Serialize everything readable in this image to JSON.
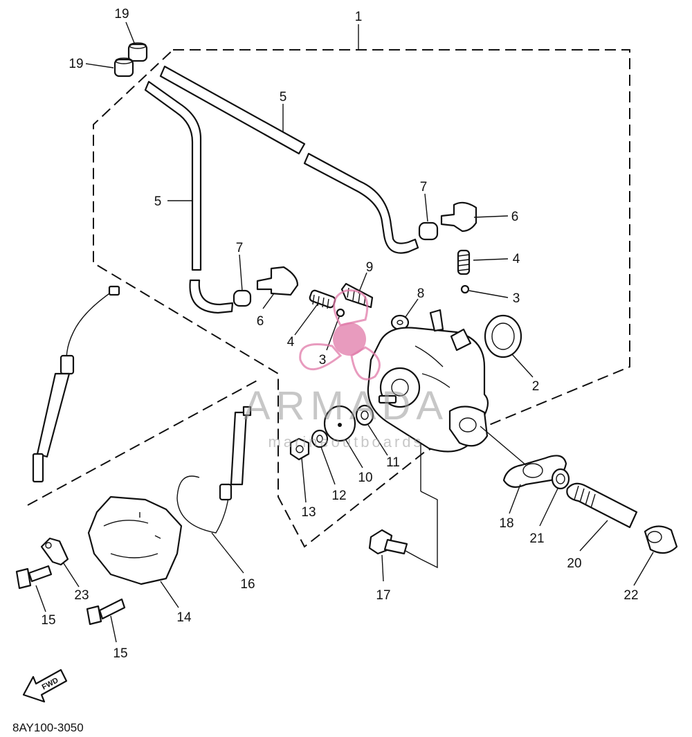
{
  "diagram_code": "8AY100-3050",
  "fwd_label": "FWD",
  "group_marker": "1",
  "watermark": {
    "brand": "ARMADA",
    "tagline": "marineoutboards",
    "color": "#e07aa8"
  },
  "callouts": {
    "c19a": "19",
    "c19b": "19",
    "c5a": "5",
    "c5b": "5",
    "c7a": "7",
    "c7b": "7",
    "c6a": "6",
    "c6b": "6",
    "c4a": "4",
    "c4b": "4",
    "c3a": "3",
    "c3b": "3",
    "c9": "9",
    "c8": "8",
    "c2": "2",
    "c10": "10",
    "c11": "11",
    "c12": "12",
    "c13": "13",
    "c14": "14",
    "c15a": "15",
    "c15b": "15",
    "c16": "16",
    "c17": "17",
    "c18": "18",
    "c20": "20",
    "c21": "21",
    "c22": "22",
    "c23": "23"
  }
}
